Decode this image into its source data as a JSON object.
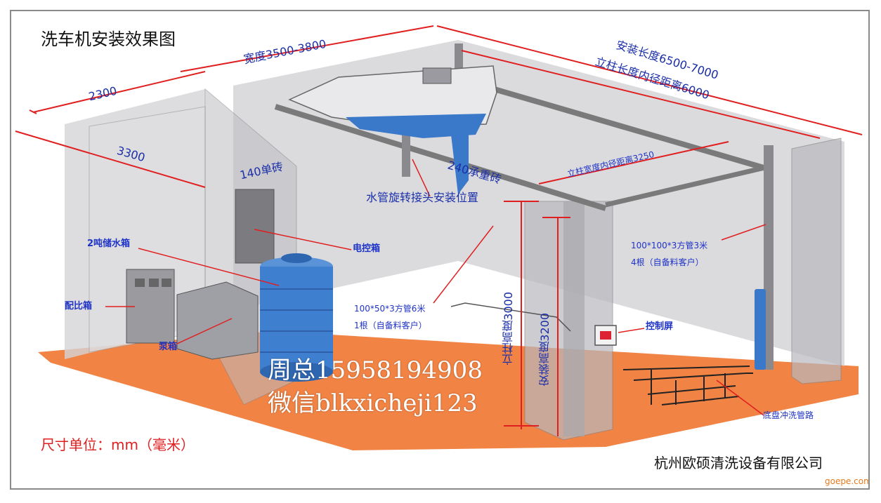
{
  "title": "洗车机安装效果图",
  "dimensions": {
    "width_range": "宽度3500-3800",
    "left_depth": "2300",
    "left_wall": "3300",
    "brick_140": "140单砖",
    "brick_240": "240承重砖",
    "install_length": "安装长度6500-7000",
    "column_length": "立柱长度内径距离6000",
    "column_width": "立柱宽度内径距离3250",
    "column_height": "立柱高度3000",
    "install_height": "安装高度3200"
  },
  "labels": {
    "water_pipe_joint": "水管旋转接头安装位置",
    "water_tank": "2吨储水箱",
    "control_box": "电控箱",
    "ratio_box": "配比箱",
    "pump_box": "泵箱",
    "tube_100x50_spec": "100*50*3方管6米",
    "tube_100x50_qty": "1根（自备料客户）",
    "tube_100x100_spec": "100*100*3方管3米",
    "tube_100x100_qty": "4根（自备料客户）",
    "control_screen": "控制屏",
    "chassis_pipe": "底盘冲洗管路"
  },
  "contact": {
    "phone": "周总15958194908",
    "wechat": "微信blkxicheji123"
  },
  "unit_note": "尺寸单位：mm（毫米）",
  "company": "杭州欧硕清洗设备有限公司",
  "watermark": "goepe.com",
  "colors": {
    "floor": "#f07c3a",
    "wall": "#c9c9cc",
    "dim_line": "#e02020",
    "label_blue": "#1f33c7",
    "tank_blue": "#3f7fd0",
    "gantry_blue": "#3a78c9"
  }
}
